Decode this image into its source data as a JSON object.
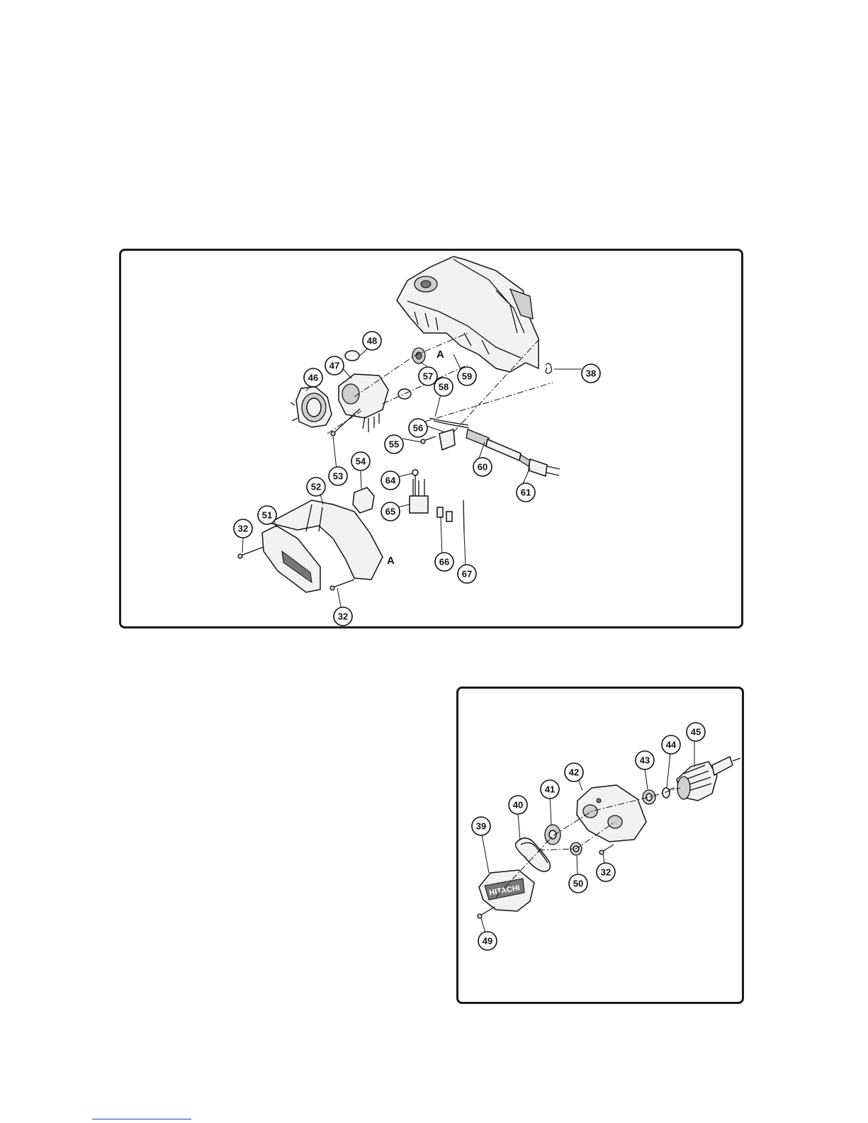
{
  "top_diagram": {
    "callouts": [
      "32",
      "32",
      "38",
      "46",
      "47",
      "48",
      "51",
      "52",
      "53",
      "54",
      "55",
      "56",
      "57",
      "58",
      "59",
      "60",
      "61",
      "64",
      "65",
      "66",
      "67"
    ],
    "reference_marks": [
      "A",
      "A"
    ]
  },
  "bottom_diagram": {
    "callouts": [
      "32",
      "39",
      "40",
      "41",
      "42",
      "43",
      "44",
      "45",
      "49",
      "50"
    ],
    "logo_text": "HITACHI"
  },
  "colors": {
    "line": "#111111",
    "footer_rule": "#2a35c8"
  }
}
